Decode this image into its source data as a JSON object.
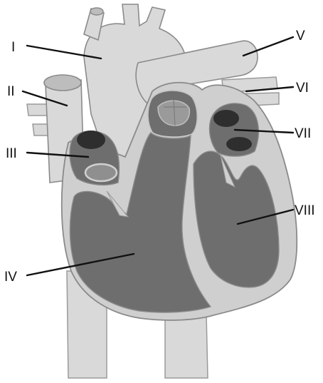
{
  "diagram": {
    "labels": [
      {
        "id": "I",
        "text": "I"
      },
      {
        "id": "II",
        "text": "II"
      },
      {
        "id": "III",
        "text": "III"
      },
      {
        "id": "IV",
        "text": "IV"
      },
      {
        "id": "V",
        "text": "V"
      },
      {
        "id": "VI",
        "text": "VI"
      },
      {
        "id": "VII",
        "text": "VII"
      },
      {
        "id": "VIII",
        "text": "VIII"
      }
    ]
  },
  "colors": {
    "vessel": "#d9d9d9",
    "vessel_outline": "#8a8a8a",
    "wall": "#cfcfcf",
    "chamber": "#6e6e6e",
    "chamber_dark": "#5a5a5a",
    "valve": "#8f8f8f",
    "opening": "#2e2e2e",
    "text": "#111111"
  }
}
